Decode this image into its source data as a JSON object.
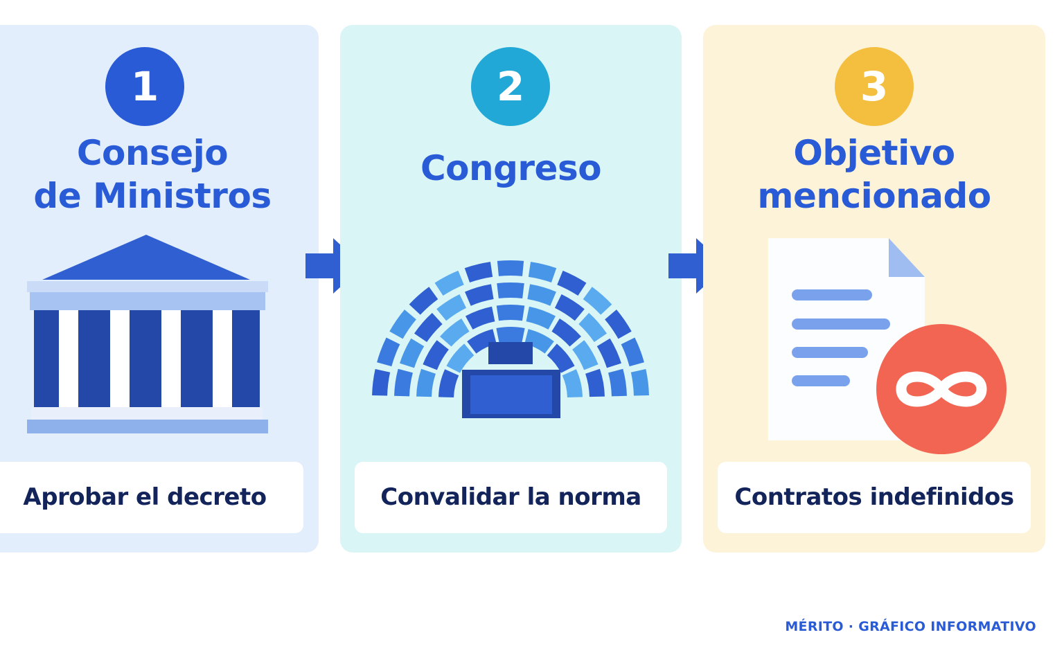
{
  "steps": [
    {
      "number": "1",
      "title_lines": [
        "Consejo",
        "de Ministros"
      ],
      "caption": "Aprobar el decreto",
      "icon": "government-building-icon",
      "badge_color": "#2a5bd7"
    },
    {
      "number": "2",
      "title_lines": [
        "Congreso"
      ],
      "caption": "Convalidar la norma",
      "icon": "parliament-hemicycle-icon",
      "badge_color": "#22a8d6"
    },
    {
      "number": "3",
      "title_lines": [
        "Objetivo",
        "mencionado"
      ],
      "caption": "Contratos indefinidos",
      "icon": "document-infinity-icon",
      "badge_color": "#f4be3e"
    }
  ],
  "footer": "MÉRITO · GRÁFICO INFORMATIVO",
  "colors": {
    "accent": "#2a5bd7",
    "caption_text": "#13245a",
    "infinity_circle": "#f26553"
  }
}
